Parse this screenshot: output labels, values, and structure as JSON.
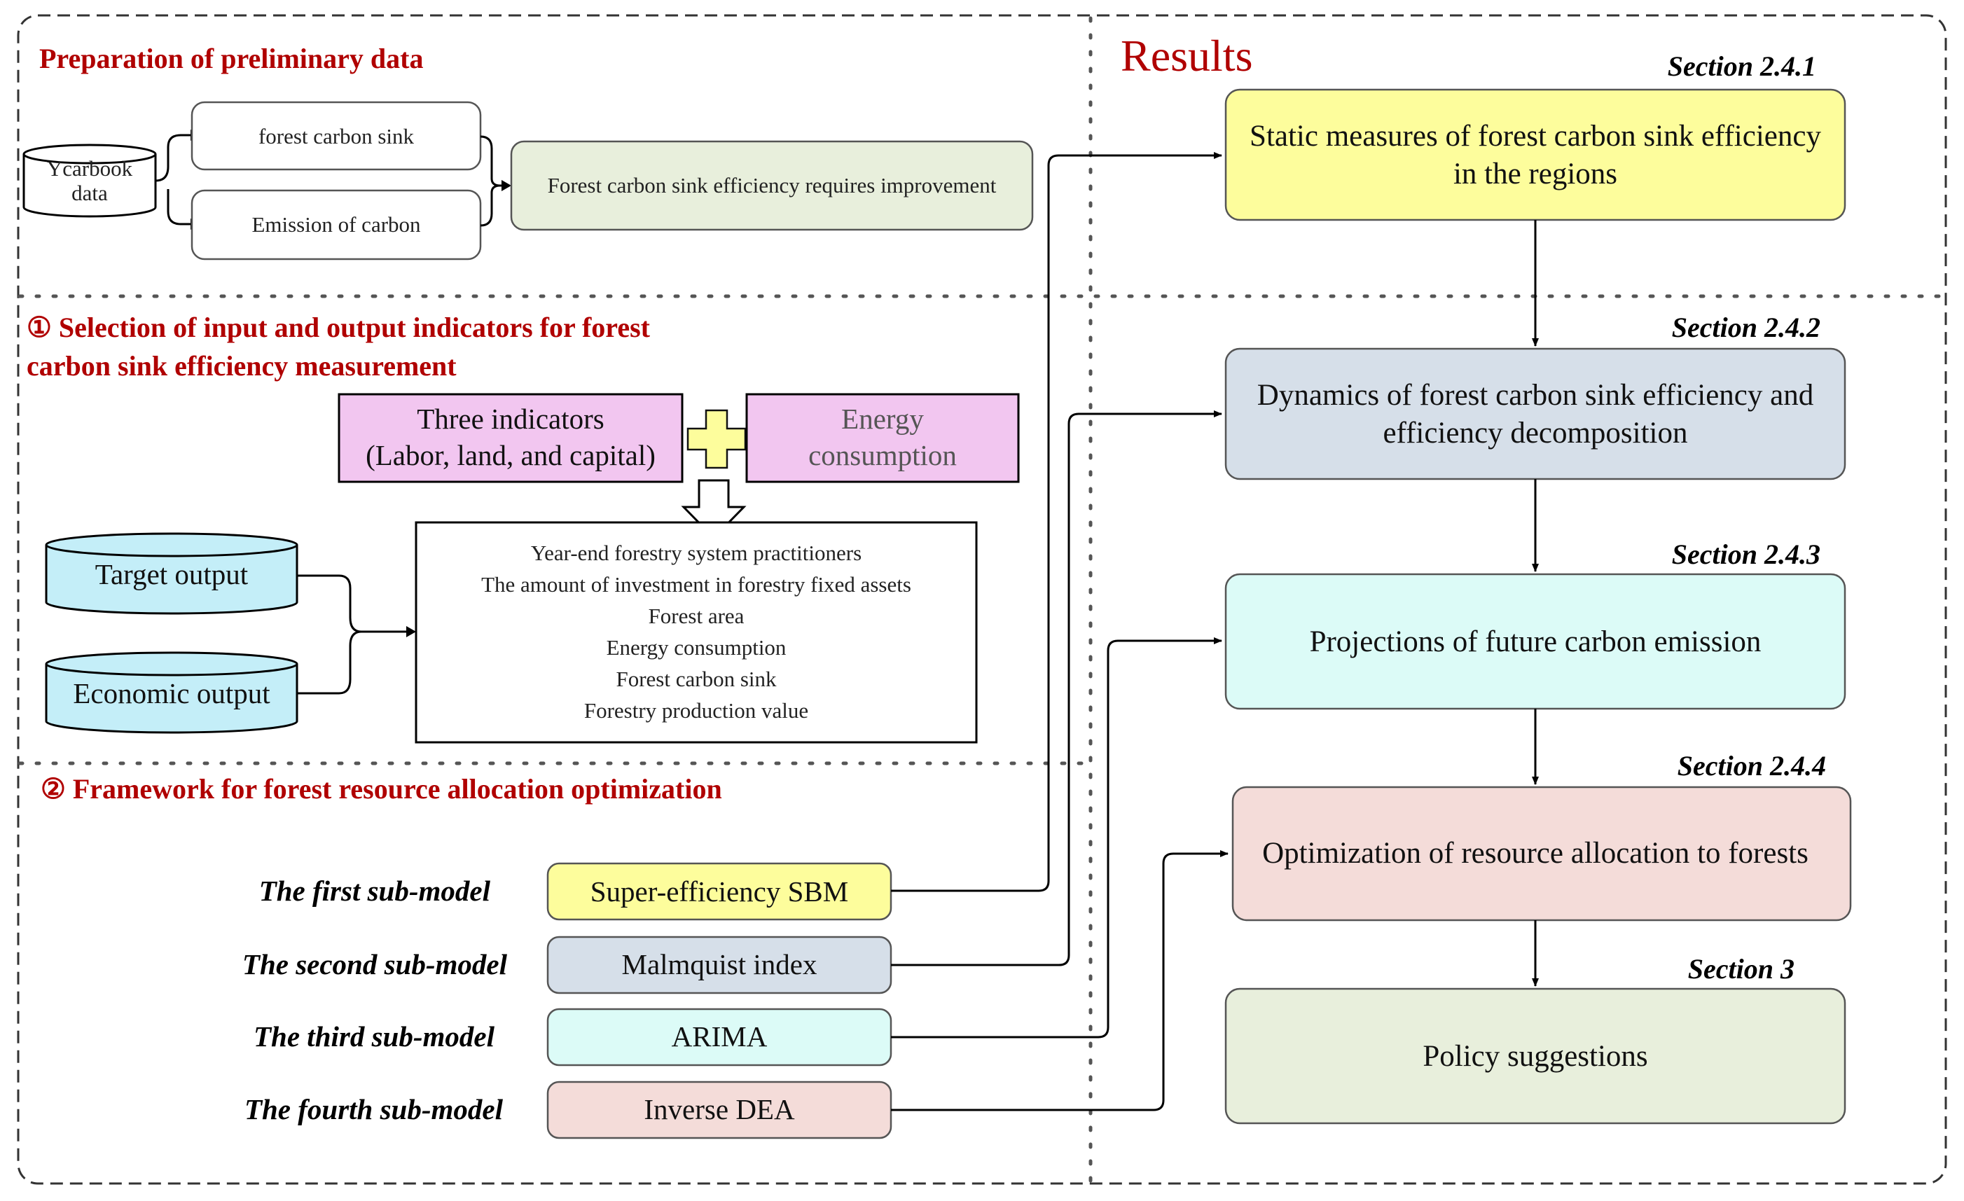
{
  "sections": {
    "prep_title": "Preparation of preliminary data",
    "results_title": "Results",
    "selection_title_line1": "① Selection of input and output indicators for forest",
    "selection_title_line2": "carbon sink efficiency measurement",
    "framework_title": "② Framework for forest resource allocation optimization"
  },
  "prep": {
    "yearbook_line1": "Ycarbook",
    "yearbook_line2": "data",
    "forest_sink": "forest carbon sink",
    "emission": "Emission of carbon",
    "improvement": "Forest carbon sink efficiency requires improvement"
  },
  "indicators": {
    "three_line1": "Three indicators",
    "three_line2": "(Labor, land, and capital)",
    "energy_line1": "Energy",
    "energy_line2": "consumption",
    "target_output": "Target output",
    "economic_output": "Economic output",
    "list": [
      "Year-end forestry system practitioners",
      "The amount of investment in forestry fixed assets",
      "Forest area",
      "Energy consumption",
      "Forest carbon sink",
      "Forestry production value"
    ]
  },
  "submodels": [
    {
      "label": "The first sub-model",
      "method": "Super-efficiency SBM",
      "color": "#fdfd9c"
    },
    {
      "label": "The second sub-model",
      "method": "Malmquist index",
      "color": "#d6dfe9"
    },
    {
      "label": "The third sub-model",
      "method": "ARIMA",
      "color": "#dcfbf7"
    },
    {
      "label": "The fourth sub-model",
      "method": "Inverse DEA",
      "color": "#f4dcd9"
    }
  ],
  "results": [
    {
      "section": "Section 2.4.1",
      "line1": "Static measures of forest carbon sink efficiency",
      "line2": "in the regions",
      "color": "#fdfd9c"
    },
    {
      "section": "Section 2.4.2",
      "line1": "Dynamics of forest carbon sink efficiency and",
      "line2": "efficiency decomposition",
      "color": "#d6dfe9"
    },
    {
      "section": "Section 2.4.3",
      "line1": "Projections of future carbon emission",
      "line2": "",
      "color": "#dcfbf7"
    },
    {
      "section": "Section 2.4.4",
      "line1": "Optimization of resource allocation to forests",
      "line2": "",
      "color": "#f4dcd9"
    },
    {
      "section": "Section 3",
      "line1": "Policy suggestions",
      "line2": "",
      "color": "#e8efdc"
    }
  ],
  "colors": {
    "header_red": "#b00000",
    "pink": "#f2c6f0",
    "cyan_cylinder": "#c4eef8",
    "improvement_fill": "#e8efdc",
    "plus_yellow": "#fdfd9c"
  }
}
